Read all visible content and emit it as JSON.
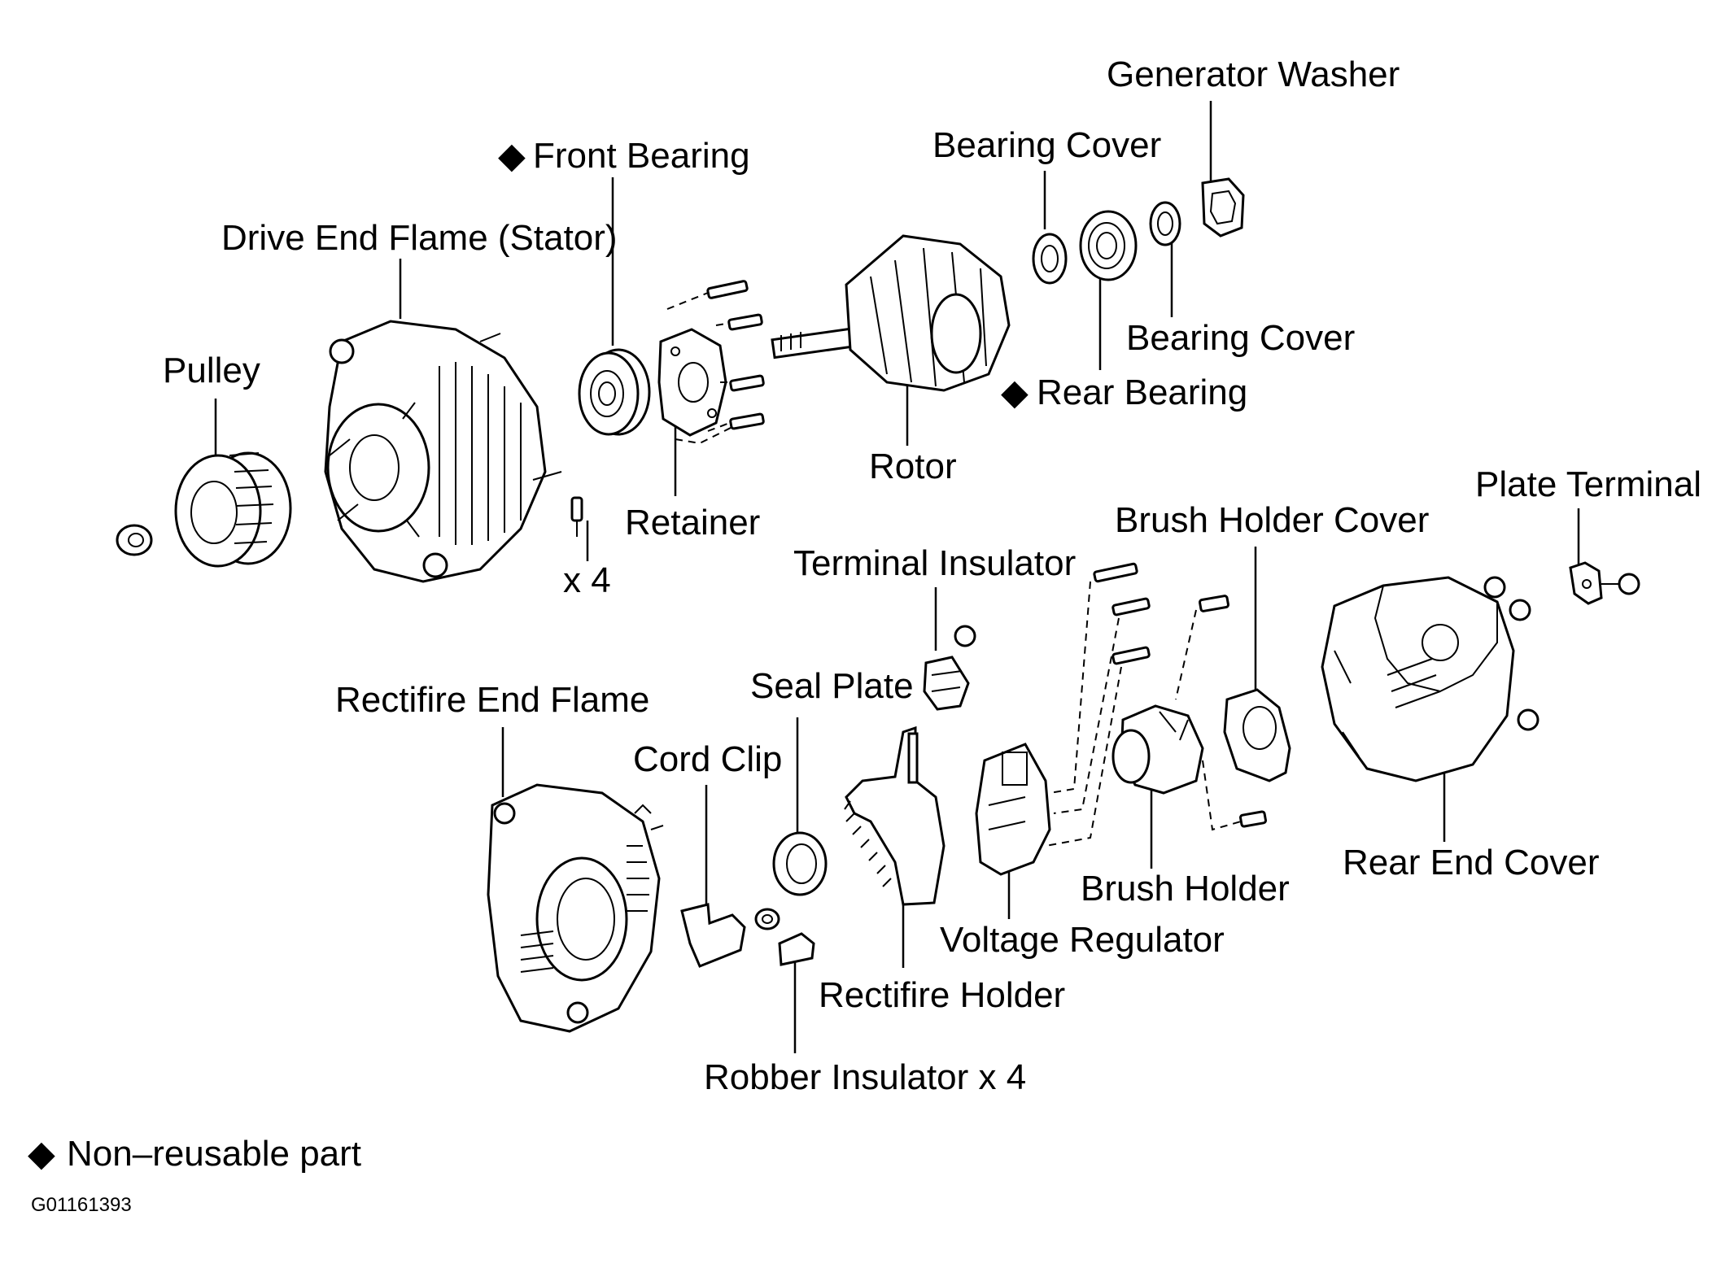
{
  "labels": {
    "generator_washer": "Generator Washer",
    "bearing_cover_top": "Bearing Cover",
    "front_bearing": "Front Bearing",
    "drive_end_frame": "Drive End Flame (Stator)",
    "bearing_cover_right": "Bearing Cover",
    "rear_bearing": "Rear Bearing",
    "pulley": "Pulley",
    "rotor": "Rotor",
    "plate_terminal": "Plate Terminal",
    "brush_holder_cover": "Brush Holder Cover",
    "retainer": "Retainer",
    "x4": "x 4",
    "terminal_insulator": "Terminal Insulator",
    "seal_plate": "Seal Plate",
    "rectifier_end_frame": "Rectifire End Flame",
    "cord_clip": "Cord Clip",
    "rear_end_cover": "Rear End Cover",
    "brush_holder": "Brush Holder",
    "voltage_regulator": "Voltage Regulator",
    "rectifier_holder": "Rectifire Holder",
    "rubber_insulator": "Robber Insulator x 4"
  },
  "legend": {
    "marker": "◆",
    "text": "Non–reusable part"
  },
  "figure_id": "G01161393"
}
